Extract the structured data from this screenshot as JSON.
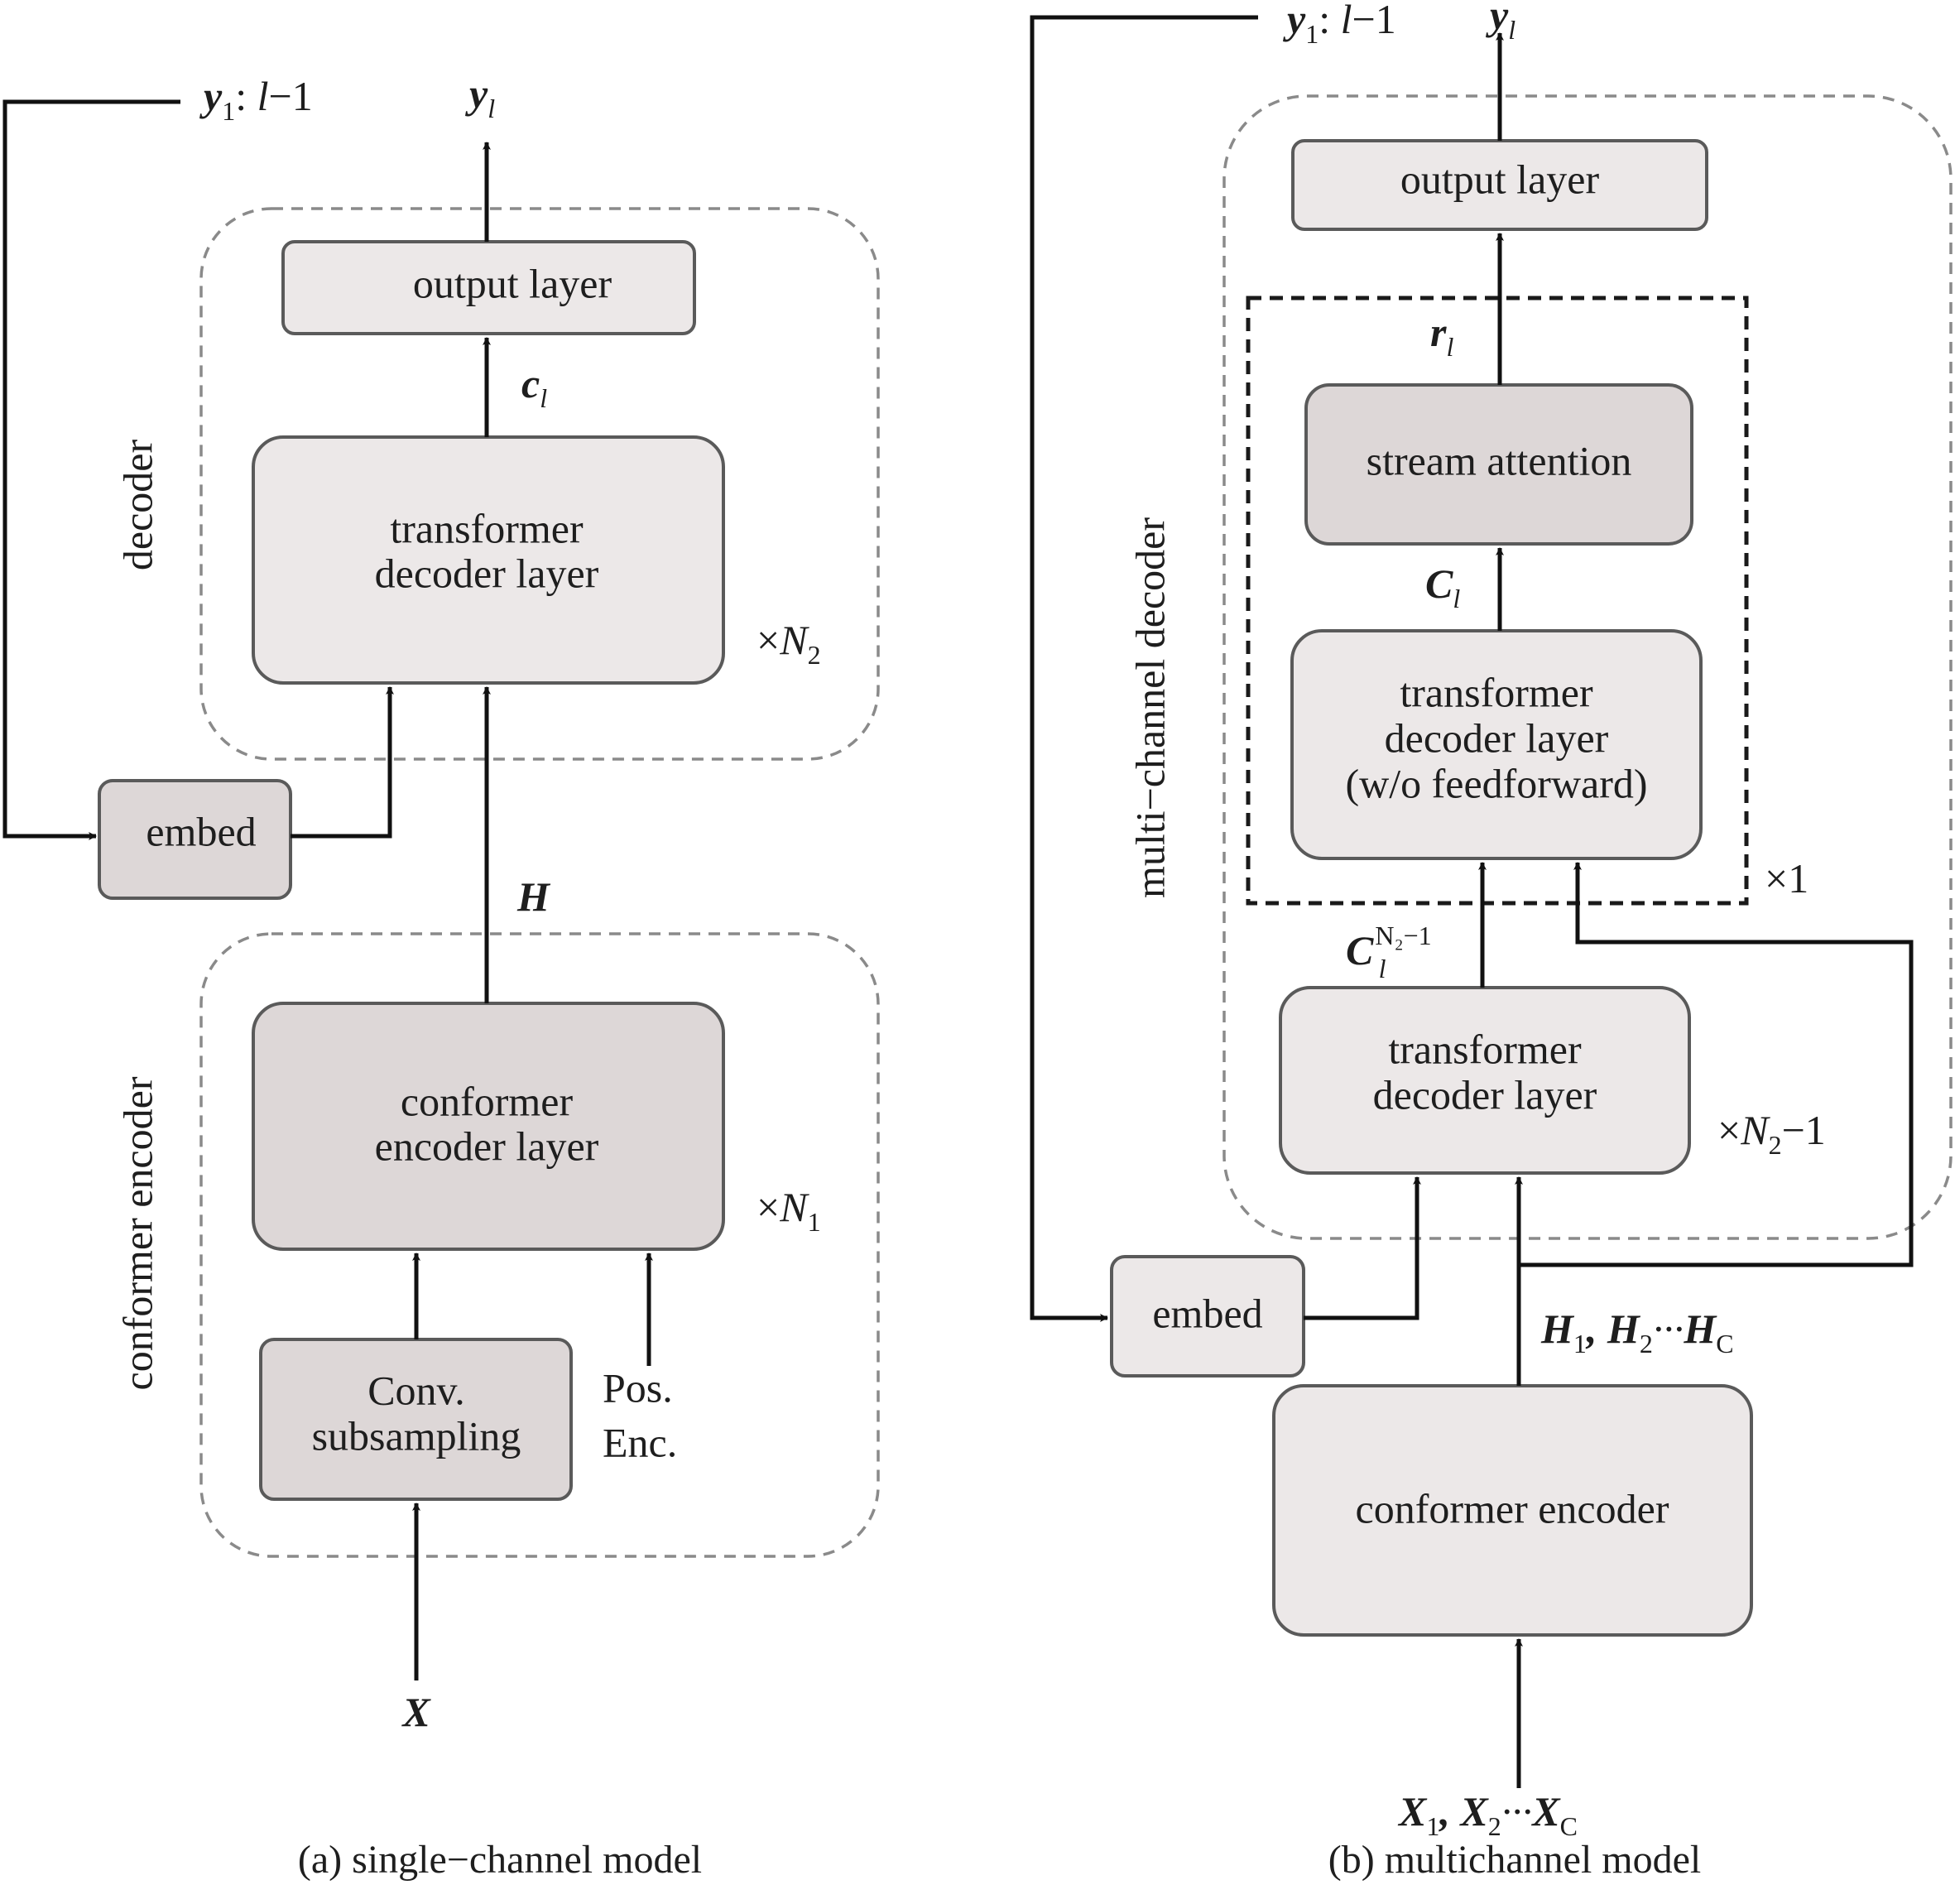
{
  "panel_a": {
    "caption": "(a) single−channel model",
    "feedback_label": {
      "var": "y",
      "sub": "1",
      "rest": ": ",
      "rest_it": "l",
      "tail": "−1"
    },
    "output_label": {
      "var": "y",
      "sub": "l"
    },
    "decoder_group_label": "decoder",
    "encoder_group_label": "conformer encoder",
    "output_layer": "output layer",
    "c_label": {
      "var": "c",
      "sub": "l"
    },
    "decoder_layer": [
      "transformer",
      "decoder layer"
    ],
    "repeat_decoder": {
      "prefix": "×",
      "var": "N",
      "sub": "2"
    },
    "embed": "embed",
    "h_label": "H",
    "encoder_layer": [
      "conformer",
      "encoder layer"
    ],
    "repeat_encoder": {
      "prefix": "×",
      "var": "N",
      "sub": "1"
    },
    "conv": [
      "Conv.",
      "subsampling"
    ],
    "pos_enc": [
      "Pos.",
      "Enc."
    ],
    "input_label": "X"
  },
  "panel_b": {
    "caption": "(b) multichannel model",
    "feedback_label": {
      "var": "y",
      "sub": "1",
      "rest": ": ",
      "rest_it": "l",
      "tail": "−1"
    },
    "output_label": {
      "var": "y",
      "sub": "l"
    },
    "group_label": "multi−channel decoder",
    "output_layer": "output layer",
    "r_label": {
      "var": "r",
      "sub": "l"
    },
    "stream_attention": "stream attention",
    "C_label": {
      "var": "C",
      "sub": "l"
    },
    "decoder_layer_noff": [
      "transformer",
      "decoder layer",
      "(w/o feedforward)"
    ],
    "repeat_one": "×1",
    "C_prev_label": {
      "var": "C",
      "sub": "l",
      "sup": "N₂−1"
    },
    "decoder_layer": [
      "transformer",
      "decoder layer"
    ],
    "repeat_decoder": {
      "prefix": "×",
      "var": "N",
      "sub": "2",
      "tail": "−1"
    },
    "embed": "embed",
    "h_label": {
      "a": "H",
      "a_sub": "1",
      "b": "H",
      "b_sub": "2",
      "dots": "···",
      "c": "H",
      "c_sub": "C"
    },
    "encoder": "conformer encoder",
    "input_label": {
      "a": "X",
      "a_sub": "1",
      "b": "X",
      "b_sub": "2",
      "dots": "···",
      "c": "X",
      "c_sub": "C"
    }
  }
}
